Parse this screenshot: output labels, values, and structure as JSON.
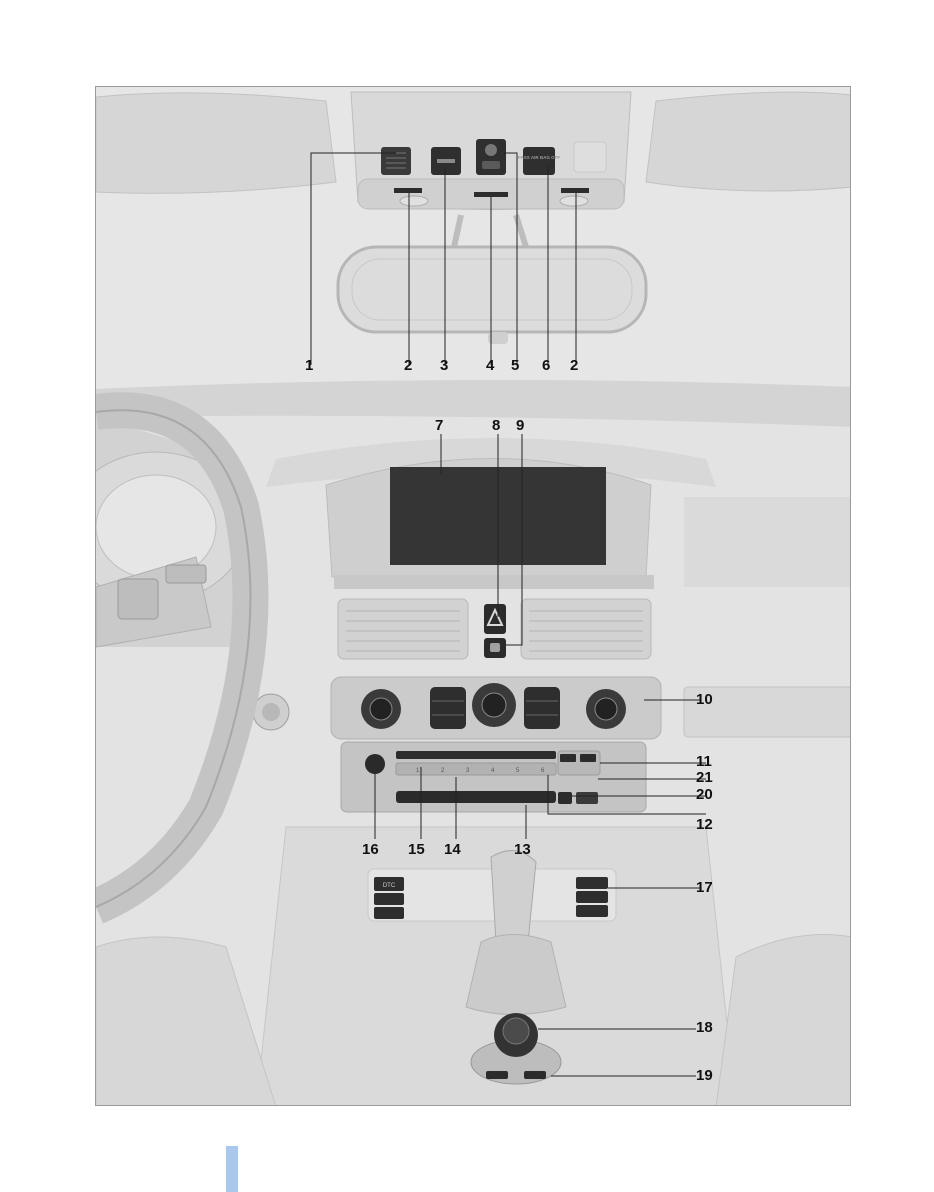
{
  "callouts": {
    "n1": "1",
    "n2a": "2",
    "n3": "3",
    "n4": "4",
    "n5": "5",
    "n6": "6",
    "n2b": "2",
    "n7": "7",
    "n8": "8",
    "n9": "9",
    "n10": "10",
    "n11": "11",
    "n21": "21",
    "n20": "20",
    "n12": "12",
    "n16": "16",
    "n15": "15",
    "n14": "14",
    "n13": "13",
    "n17": "17",
    "n18": "18",
    "n19": "19"
  },
  "panel_text": {
    "passenger_airbag": "PASS AIR BAG OFF",
    "dtc": "DTC",
    "presets": [
      "1",
      "2",
      "3",
      "4",
      "5",
      "6"
    ]
  },
  "colors": {
    "cabin_light": "#e3e3e3",
    "cabin_mid": "#cfcfcf",
    "control_dark": "#2b2b2b",
    "page_tab": "#a9c8ec"
  }
}
